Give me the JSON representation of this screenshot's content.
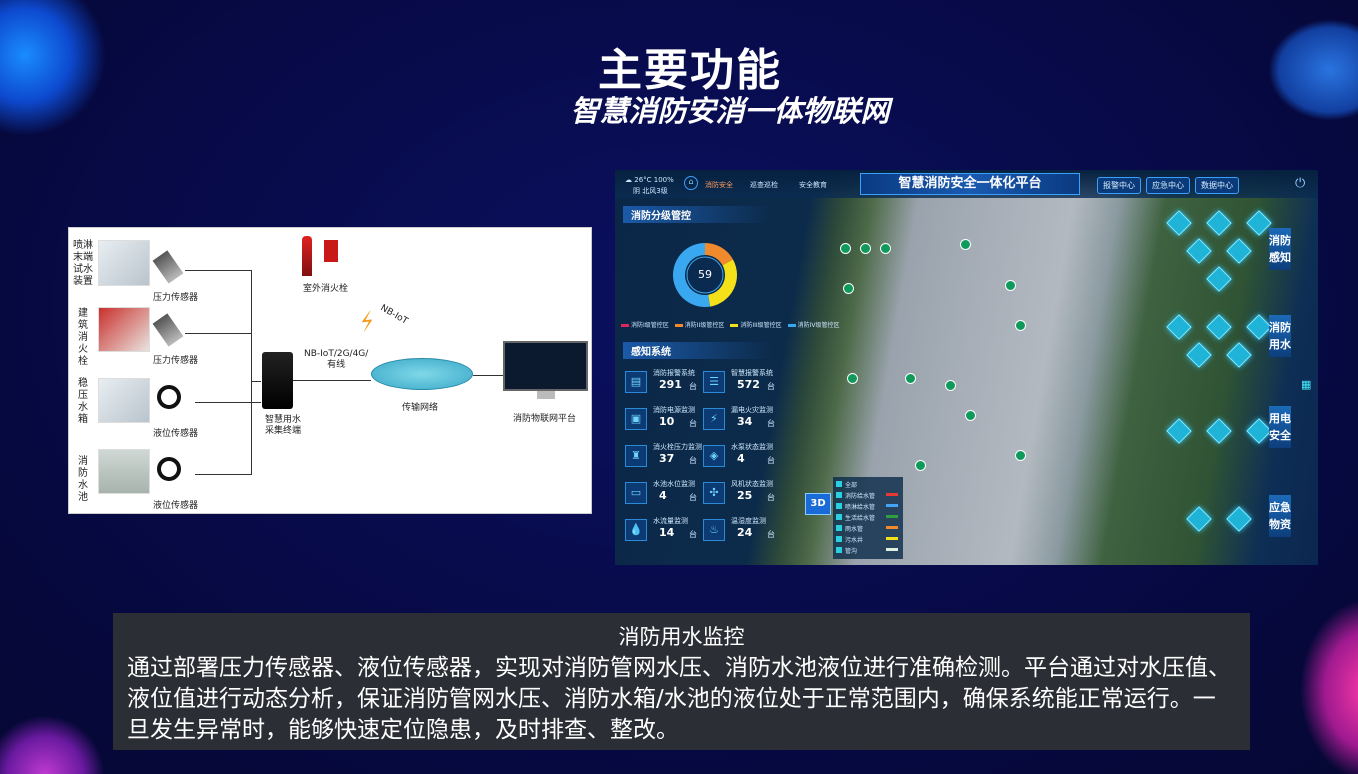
{
  "title": "主要功能",
  "subtitle": "智慧消防安消一体物联网",
  "diagram": {
    "devices": [
      "喷淋末端试水装置",
      "建筑消火栓",
      "稳压水箱",
      "消防水池"
    ],
    "sensors": [
      "压力传感器",
      "压力传感器",
      "液位传感器",
      "液位传感器"
    ],
    "hydrant": "室外消火栓",
    "nbiot": "NB-IoT",
    "link": [
      "NB-IoT/2G/4G/",
      "有线"
    ],
    "terminal": [
      "智慧用水",
      "采集终端"
    ],
    "network": "传输网络",
    "platform": "消防物联网平台"
  },
  "dashboard": {
    "weather": {
      "temp": "26°C",
      "humidity": "100%",
      "sky": "阴",
      "wind": "北风3级"
    },
    "tabs": [
      "消防安全",
      "巡查巡检",
      "安全教育"
    ],
    "title": "智慧消防安全一体化平台",
    "buttons": [
      "报警中心",
      "应急中心",
      "数据中心"
    ],
    "section1": "消防分级管控",
    "donut": {
      "total": "59",
      "segments": [
        {
          "label": "消防I级管控区",
          "value": 0,
          "color": "#e0245e"
        },
        {
          "label": "消防II级管控区",
          "value": 10,
          "color": "#f08a2c"
        },
        {
          "label": "消防III级管控区",
          "value": 18,
          "color": "#f5e11a"
        },
        {
          "label": "消防IV级管控区",
          "value": 31,
          "color": "#3aa8f0"
        }
      ]
    },
    "section2": "感知系统",
    "sensors": [
      {
        "name": "消防报警系统",
        "value": "291",
        "unit": "台",
        "icon": "▤"
      },
      {
        "name": "智慧报警系统",
        "value": "572",
        "unit": "台",
        "icon": "☰"
      },
      {
        "name": "消防电源监测",
        "value": "10",
        "unit": "台",
        "icon": "▣"
      },
      {
        "name": "漏电火灾监测",
        "value": "34",
        "unit": "台",
        "icon": "⚡"
      },
      {
        "name": "消火栓压力监测",
        "value": "37",
        "unit": "台",
        "icon": "♜"
      },
      {
        "name": "水泵状态监测",
        "value": "4",
        "unit": "台",
        "icon": "◈"
      },
      {
        "name": "水池水位监测",
        "value": "4",
        "unit": "台",
        "icon": "▭"
      },
      {
        "name": "风机状态监测",
        "value": "25",
        "unit": "台",
        "icon": "✣"
      },
      {
        "name": "水流量监测",
        "value": "14",
        "unit": "台",
        "icon": "💧"
      },
      {
        "name": "温湿度监测",
        "value": "24",
        "unit": "台",
        "icon": "♨"
      }
    ],
    "view3d": "3D",
    "legend": [
      "全部",
      "消防给水管",
      "喷淋给水管",
      "生活给水管",
      "雨水管",
      "污水井",
      "管沟"
    ],
    "legendColors": [
      "",
      "#e53935",
      "#42a5f5",
      "#2e9e3e",
      "#f08a2c",
      "#f5e11a",
      "#e0f0e0"
    ],
    "categories": [
      "消防感知",
      "消防用水",
      "用电安全",
      "应急物资"
    ]
  },
  "textbox": {
    "heading": "消防用水监控",
    "body": "通过部署压力传感器、液位传感器，实现对消防管网水压、消防水池液位进行准确检测。平台通过对水压值、液位值进行动态分析，保证消防管网水压、消防水箱/水池的液位处于正常范围内，确保系统能正常运行。一旦发生异常时，能够快速定位隐患，及时排查、整改。"
  }
}
